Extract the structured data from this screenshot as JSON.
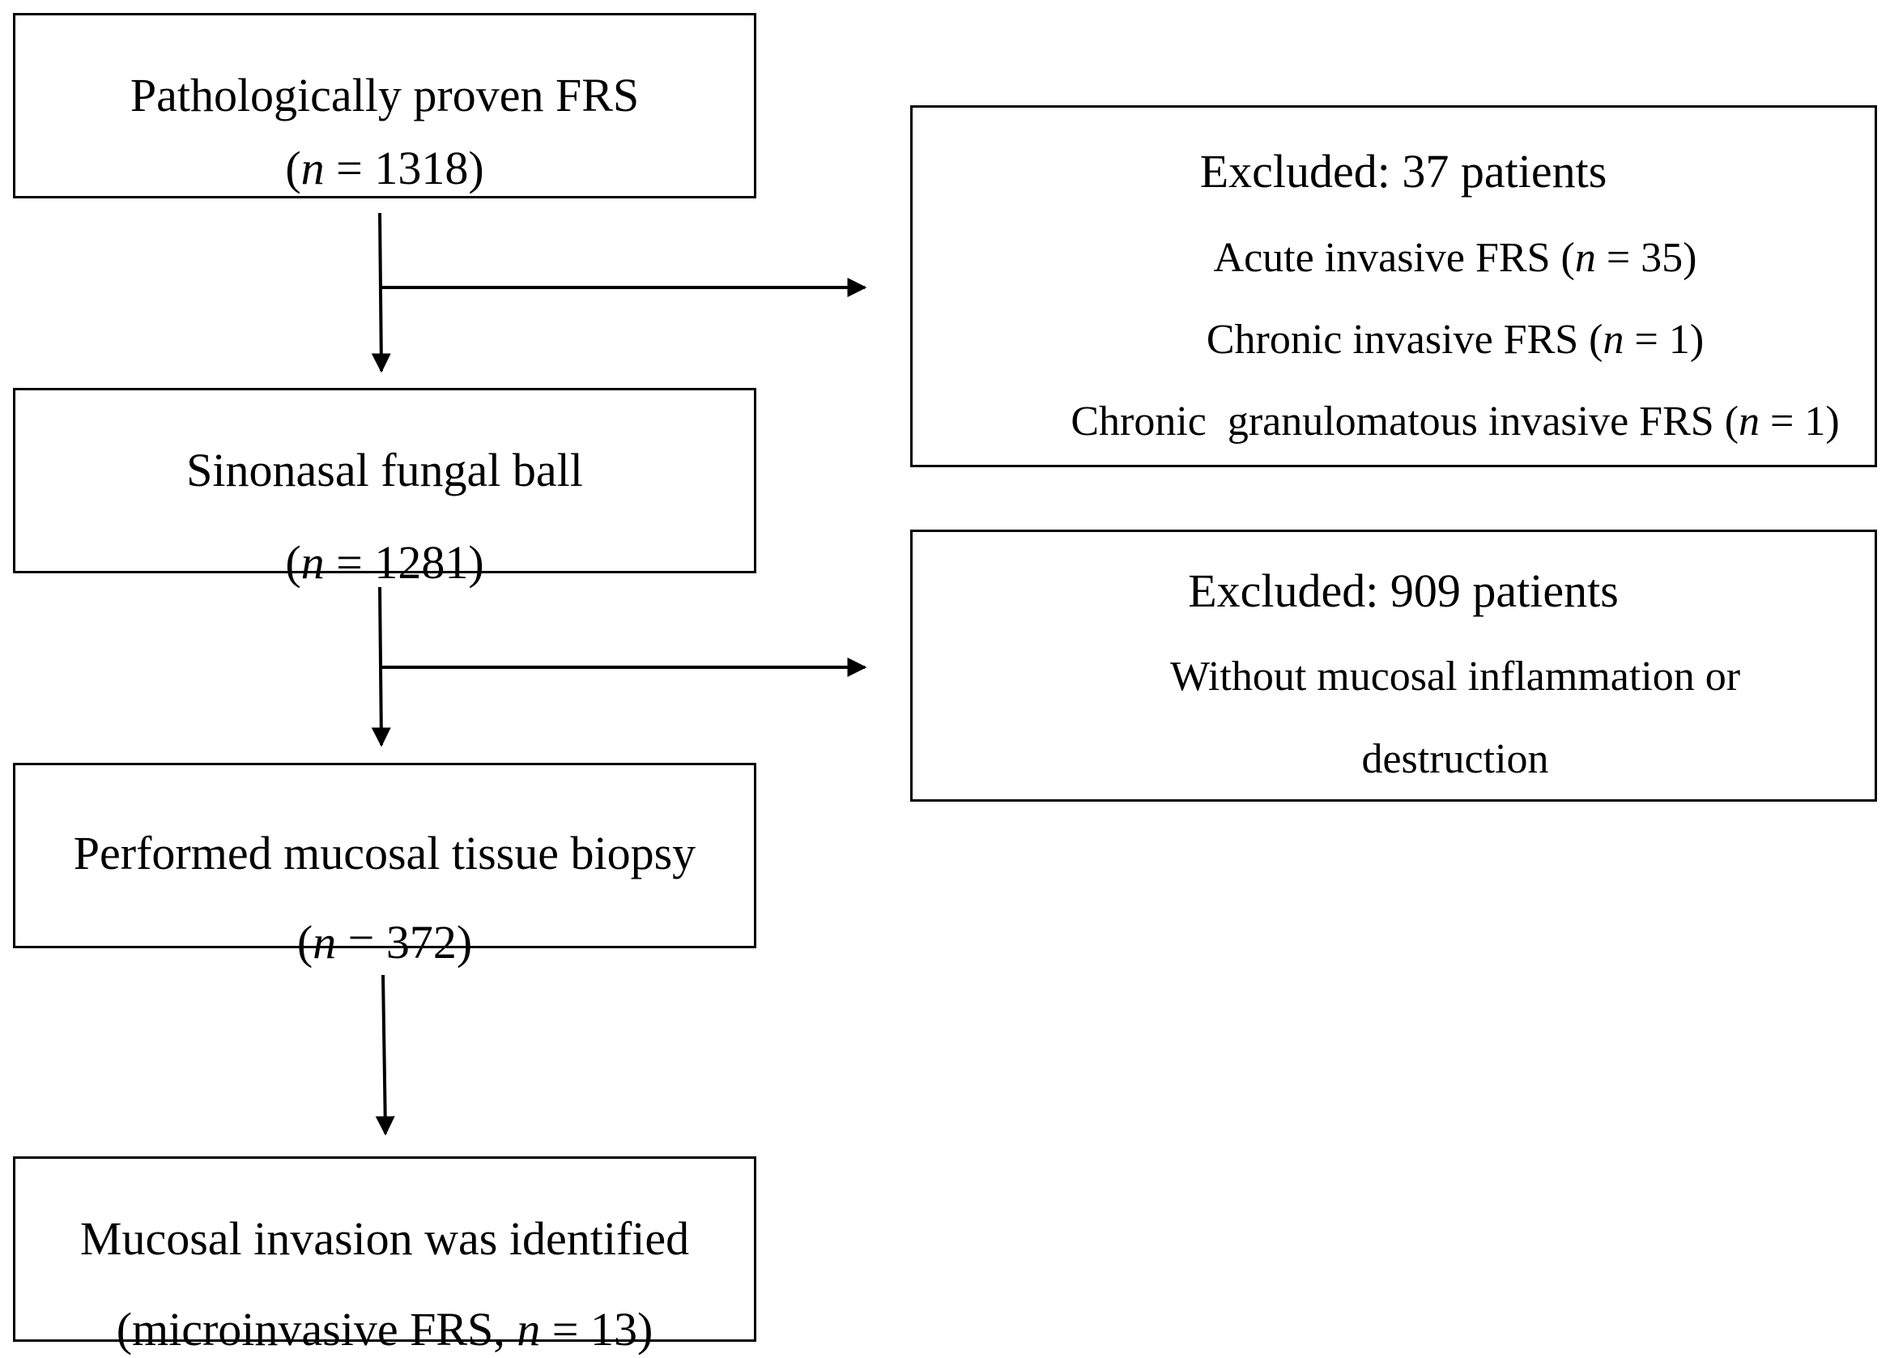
{
  "main_flow": {
    "box1": {
      "line1": "Pathologically proven FRS",
      "n_open": "(",
      "n_var": "n",
      "n_rest": " = 1318)"
    },
    "box2": {
      "line1": "Sinonasal fungal ball",
      "n_open": "(",
      "n_var": "n",
      "n_rest": " = 1281)"
    },
    "box3": {
      "line1": "Performed mucosal tissue biopsy",
      "n_open": "(",
      "n_var": "n",
      "n_rest": " = 372)"
    },
    "box4": {
      "line1": "Mucosal invasion was identified",
      "n_open": "(microinvasive FRS, ",
      "n_var": "n",
      "n_rest": " = 13)"
    }
  },
  "exclusions": {
    "first": {
      "heading": "Excluded: 37 patients",
      "items": [
        {
          "pre": "Acute invasive FRS (",
          "var": "n",
          "post": " = 35)"
        },
        {
          "pre": "Chronic invasive FRS (",
          "var": "n",
          "post": " = 1)"
        },
        {
          "pre": "Chronic  granulomatous invasive FRS (",
          "var": "n",
          "post": " = 1)"
        }
      ]
    },
    "second": {
      "heading": "Excluded: 909 patients",
      "items": [
        {
          "text": "Without mucosal inflammation or"
        },
        {
          "text": "destruction"
        }
      ]
    }
  },
  "colors": {
    "line": "#000000",
    "background": "#ffffff"
  }
}
